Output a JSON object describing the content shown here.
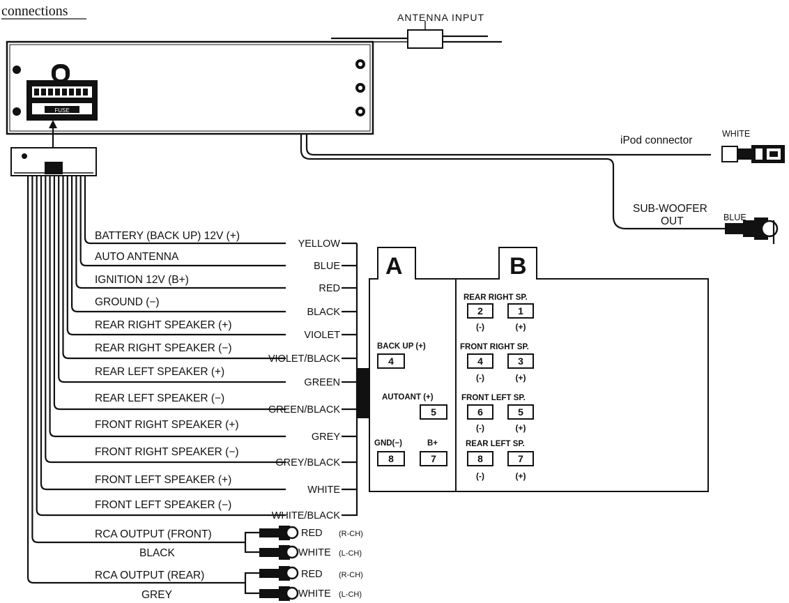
{
  "title": "connections",
  "antenna_input": "ANTENNA INPUT",
  "fuse_label": "FUSE",
  "ipod": {
    "label": "iPod connector",
    "color": "WHITE"
  },
  "subwoofer": {
    "label_line1": "SUB-WOOFER",
    "label_line2": "OUT",
    "color": "BLUE"
  },
  "wires": [
    {
      "label": "BATTERY (BACK UP) 12V (+)",
      "color": "YELLOW"
    },
    {
      "label": "AUTO ANTENNA",
      "color": "BLUE"
    },
    {
      "label": "IGNITION 12V (B+)",
      "color": "RED"
    },
    {
      "label": "GROUND (−)",
      "color": "BLACK"
    },
    {
      "label": "REAR RIGHT SPEAKER (+)",
      "color": "VIOLET"
    },
    {
      "label": "REAR RIGHT SPEAKER (−)",
      "color": "VIOLET/BLACK"
    },
    {
      "label": "REAR LEFT SPEAKER (+)",
      "color": "GREEN"
    },
    {
      "label": "REAR LEFT SPEAKER (−)",
      "color": "GREEN/BLACK"
    },
    {
      "label": "FRONT RIGHT SPEAKER (+)",
      "color": "GREY"
    },
    {
      "label": "FRONT RIGHT SPEAKER (−)",
      "color": "GREY/BLACK"
    },
    {
      "label": "FRONT LEFT SPEAKER (+)",
      "color": "WHITE"
    },
    {
      "label": "FRONT LEFT SPEAKER (−)",
      "color": "WHITE/BLACK"
    }
  ],
  "rca": [
    {
      "label": "RCA OUTPUT (FRONT)",
      "cable_color": "BLACK",
      "plugs": [
        {
          "color": "RED",
          "channel": "(R-CH)"
        },
        {
          "color": "WHITE",
          "channel": "(L-CH)"
        }
      ]
    },
    {
      "label": "RCA OUTPUT (REAR)",
      "cable_color": "GREY",
      "plugs": [
        {
          "color": "RED",
          "channel": "(R-CH)"
        },
        {
          "color": "WHITE",
          "channel": "(L-CH)"
        }
      ]
    }
  ],
  "connector_a": {
    "header": "A",
    "backup_label": "BACK UP (+)",
    "backup_pin": "4",
    "autoant_label": "AUTOANT (+)",
    "autoant_pin": "5",
    "gnd_label": "GND(−)",
    "gnd_pin": "8",
    "bplus_label": "B+",
    "bplus_pin": "7"
  },
  "connector_b": {
    "header": "B",
    "groups": [
      {
        "label": "REAR RIGHT SP.",
        "pins": [
          "2",
          "1"
        ],
        "polarity": [
          "(-)",
          "(+)"
        ]
      },
      {
        "label": "FRONT RIGHT SP.",
        "pins": [
          "4",
          "3"
        ],
        "polarity": [
          "(-)",
          "(+)"
        ]
      },
      {
        "label": "FRONT LEFT SP.",
        "pins": [
          "6",
          "5"
        ],
        "polarity": [
          "(-)",
          "(+)"
        ]
      },
      {
        "label": "REAR LEFT SP.",
        "pins": [
          "8",
          "7"
        ],
        "polarity": [
          "(-)",
          "(+)"
        ]
      }
    ]
  }
}
